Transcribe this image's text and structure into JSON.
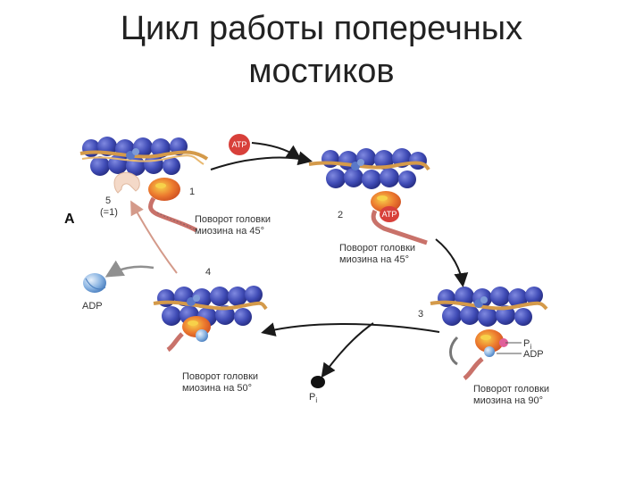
{
  "title_line1": "Цикл работы поперечных",
  "title_line2": "мостиков",
  "panel_letter": "A",
  "steps": {
    "s1": "1",
    "s2": "2",
    "s3": "3",
    "s4": "4",
    "s5": "5",
    "s5_note": "(=1)"
  },
  "chemicals": {
    "atp": "ATP",
    "atp_bound": "ATP",
    "adp": "ADP",
    "adp_bound": "ADP",
    "pi_letter": "P",
    "pi_sub": "i"
  },
  "labels": {
    "rot45_a_line1": "Поворот головки",
    "rot45_a_line2": "миозина на 45°",
    "rot45_b_line1": "Поворот головки",
    "rot45_b_line2": "миозина на 45°",
    "rot90_line1": "Поворот головки",
    "rot90_line2": "миозина на 90°",
    "rot50_line1": "Поворот головки",
    "rot50_line2": "миозина на 50°"
  },
  "colors": {
    "actin": "#3f4bb5",
    "actin_dark": "#2a3390",
    "tropomyosin": "#d49a4a",
    "myosin_head": "#e3632b",
    "myosin_yellow": "#f2c230",
    "myosin_neck": "#c9726a",
    "atp_red": "#d8403a",
    "adp_blue": "#6d9ed4",
    "arrow_dark": "#1a1a1a",
    "arrow_gray": "#909090",
    "arrow_pink": "#d49a8a"
  }
}
